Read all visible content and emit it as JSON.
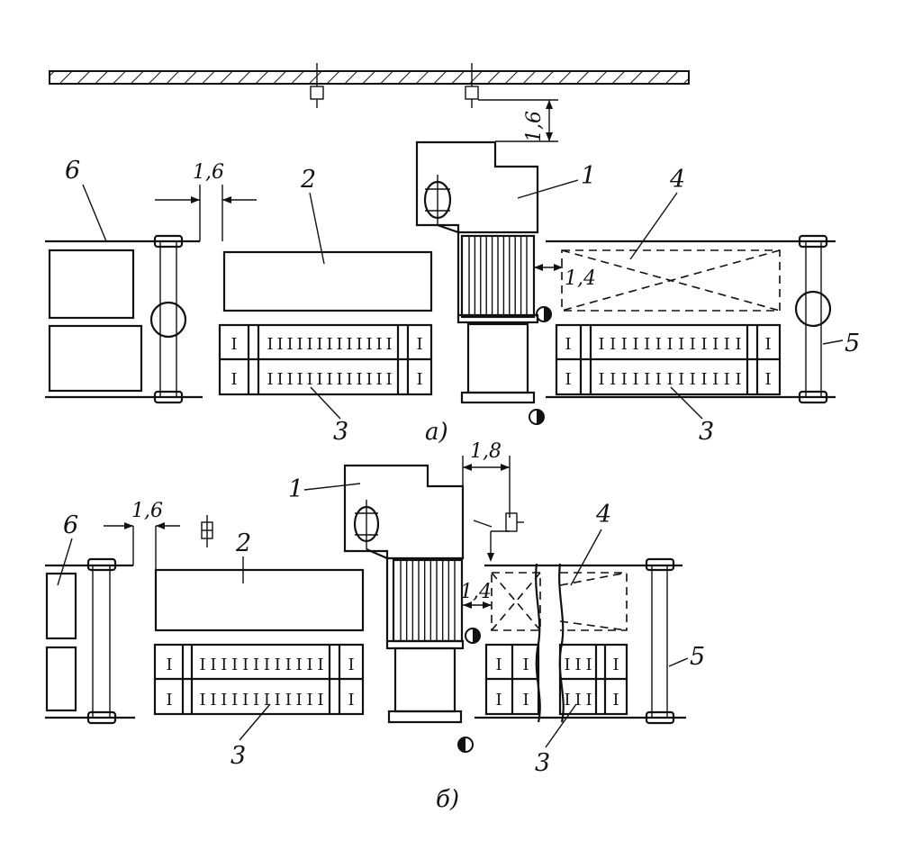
{
  "labels": {
    "press": "1",
    "table": "2",
    "stack": "3",
    "tray": "4",
    "crane": "5",
    "track": "6"
  },
  "dimensions": {
    "top_clearance": "1,6",
    "gap_a": "1,6",
    "side_a": "1,4",
    "gap_b": "1,6",
    "top_b": "1,8",
    "side_b": "1,4"
  },
  "captions": {
    "variant_a": "а)",
    "variant_b": "б)"
  },
  "stack_mark": "I"
}
